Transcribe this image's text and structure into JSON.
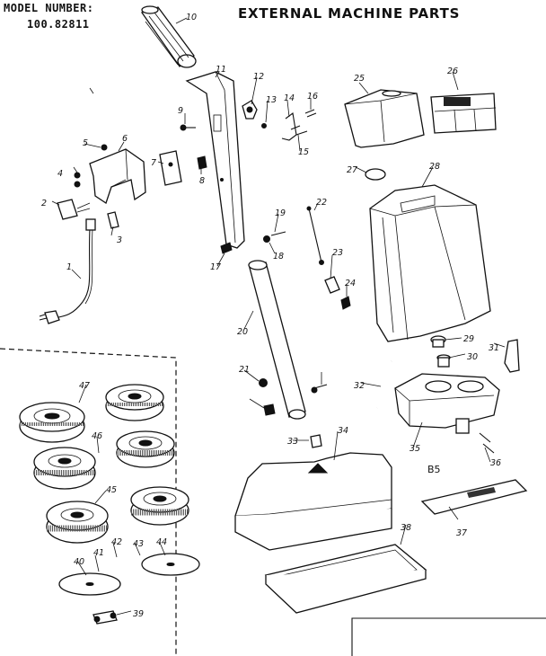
{
  "header": {
    "model_label": "MODEL NUMBER:",
    "model_number": "100.82811",
    "title": "EXTERNAL MACHINE PARTS",
    "section_code": "B5"
  },
  "callouts": [
    "1",
    "2",
    "3",
    "4",
    "5",
    "6",
    "7",
    "8",
    "9",
    "10",
    "11",
    "12",
    "13",
    "14",
    "15",
    "16",
    "17",
    "18",
    "19",
    "20",
    "21",
    "22",
    "23",
    "24",
    "25",
    "26",
    "27",
    "28",
    "29",
    "30",
    "31",
    "32",
    "33",
    "34",
    "35",
    "36",
    "37",
    "38",
    "39",
    "40",
    "41",
    "42",
    "43",
    "44",
    "45",
    "46",
    "47"
  ]
}
